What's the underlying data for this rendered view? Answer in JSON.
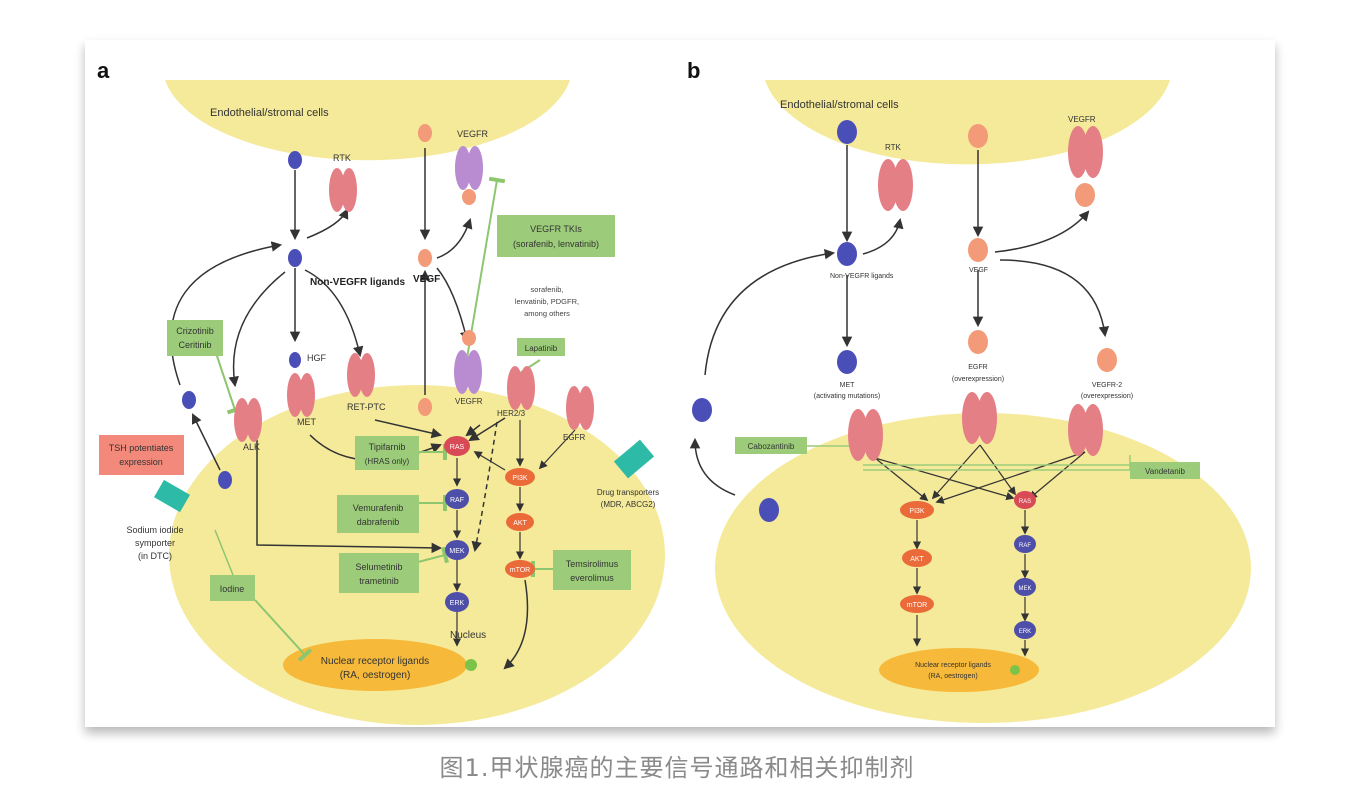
{
  "panel_a": {
    "letter": "a",
    "top_cell": "Endothelial/stromal cells",
    "receptors": {
      "rtk": "RTK",
      "vegfr_top": "VEGFR",
      "met": "MET",
      "ret_ptc": "RET-PTC",
      "vegfr": "VEGFR",
      "alk": "ALK",
      "her23": "HER2/3",
      "egfr": "EGFR"
    },
    "ligands": {
      "non_vegfr": "Non-VEGFR ligands",
      "hgf": "HGF",
      "vegf": "VEGF"
    },
    "nodes": {
      "ras": "RAS",
      "raf": "RAF",
      "mek": "MEK",
      "erk": "ERK",
      "pi3k": "PI3K",
      "akt": "AKT",
      "mtor": "mTOR"
    },
    "inhibitors": {
      "crizotinib": [
        "Crizotinib",
        "Ceritinib"
      ],
      "vegfr_tki": [
        "VEGFR TKIs",
        "(sorafenib, lenvatinib)"
      ],
      "lapatinib": "Lapatinib",
      "tipifarnib": [
        "Tipifarnib",
        "(HRAS only)"
      ],
      "vemurafenib": [
        "Vemurafenib",
        "dabrafenib"
      ],
      "selumetinib": [
        "Selumetinib",
        "trametinib"
      ],
      "temsirolimus": [
        "Temsirolimus",
        "everolimus"
      ],
      "iodine": "Iodine"
    },
    "notes": {
      "vegf_targets": [
        "sorafenib,",
        "lenvatinib, PDGFR,",
        "among others"
      ],
      "tsh": [
        "TSH potentiates",
        "expression"
      ],
      "nis": [
        "Sodium iodide",
        "symporter",
        "(in DTC)"
      ],
      "drug_transporter": [
        "Drug transporters",
        "(MDR, ABCG2)"
      ],
      "nucleus": "Nucleus",
      "nuclear": [
        "Nuclear receptor ligands",
        "(RA, oestrogen)"
      ]
    }
  },
  "panel_b": {
    "letter": "b",
    "top_cell": "Endothelial/stromal cells",
    "receptors": {
      "rtk": "RTK",
      "vegfr": "VEGFR",
      "met": [
        "MET",
        "(activating mutations)"
      ],
      "egfr": [
        "EGFR",
        "(overexpression)"
      ],
      "vegfr2": [
        "VEGFR-2",
        "(overexpression)"
      ]
    },
    "ligands": {
      "non_vegfr": "Non-VEGFR ligands",
      "vegf": "VEGF"
    },
    "nodes": {
      "pi3k": "PI3K",
      "akt": "AKT",
      "mtor": "mTOR",
      "ras": "RAS",
      "raf": "RAF",
      "mek": "MEK",
      "erk": "ERK"
    },
    "inhibitors": {
      "cabozantinib": "Cabozantinib",
      "vandetanib": "Vandetanib"
    },
    "notes": {
      "nuclear": [
        "Nuclear receptor ligands",
        "(RA, oestrogen)"
      ]
    }
  },
  "caption": "图1.甲状腺癌的主要信号通路和相关抑制剂",
  "colors": {
    "cell": "#f5ea9a",
    "receptor": "#e57f86",
    "vegfr": "#b98bd0",
    "ligand_blue": "#4a4fb8",
    "ligand_orange": "#f39a78",
    "node_red": "#d84a55",
    "node_blue": "#4d4fa8",
    "node_orange": "#ea6a3a",
    "inhibitor_box": "#9ccc7a",
    "tsh_box": "#f2897a",
    "nucleus": "#f7b93a",
    "transporter": "#2dbba8"
  }
}
